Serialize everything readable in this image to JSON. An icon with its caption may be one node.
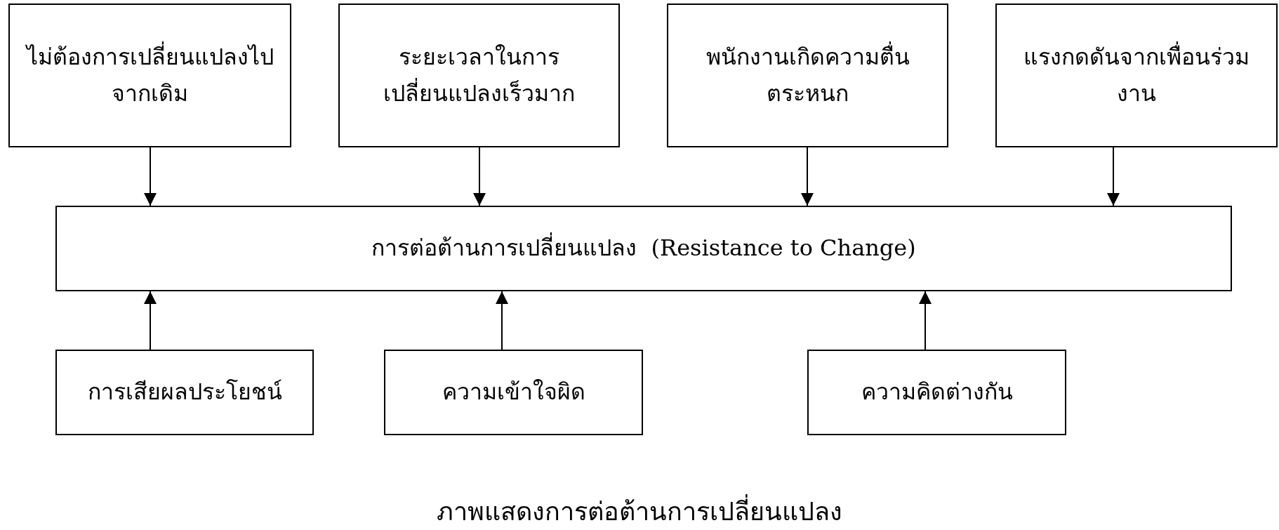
{
  "diagram": {
    "caption": "ภาพแสดงการต่อต้านการเปลี่ยนแปลง",
    "nodes": [
      {
        "text": [
          "ไม่ต้องการเปลี่ยนแปลงไปจากเดิม"
        ]
      },
      {
        "text": [
          "ระยะเวลาในการเปลี่ยนแปลงเร็วมาก"
        ]
      },
      {
        "text": [
          "พนักงานเกิดความตื่นตระหนก"
        ]
      },
      {
        "text": [
          "แรงกดดันจากเพื่อนร่วมงาน"
        ]
      },
      {
        "text": [
          "การต่อต้านการเปลี่ยนแปลง  (Resistance to Change)"
        ]
      },
      {
        "text": [
          "การเสียผลประโยชน์"
        ]
      },
      {
        "text": [
          "ความเข้าใจผิด"
        ]
      },
      {
        "text": [
          "ความคิดต่างกัน"
        ]
      }
    ],
    "edges": [
      {
        "from": 0,
        "to": 4,
        "arrow": "to"
      },
      {
        "from": 1,
        "to": 4,
        "arrow": "to"
      },
      {
        "from": 2,
        "to": 4,
        "arrow": "to"
      },
      {
        "from": 3,
        "to": 4,
        "arrow": "to"
      },
      {
        "from": 5,
        "to": 4,
        "arrow": "to"
      },
      {
        "from": 6,
        "to": 4,
        "arrow": "to"
      },
      {
        "from": 7,
        "to": 4,
        "arrow": "to"
      }
    ]
  }
}
